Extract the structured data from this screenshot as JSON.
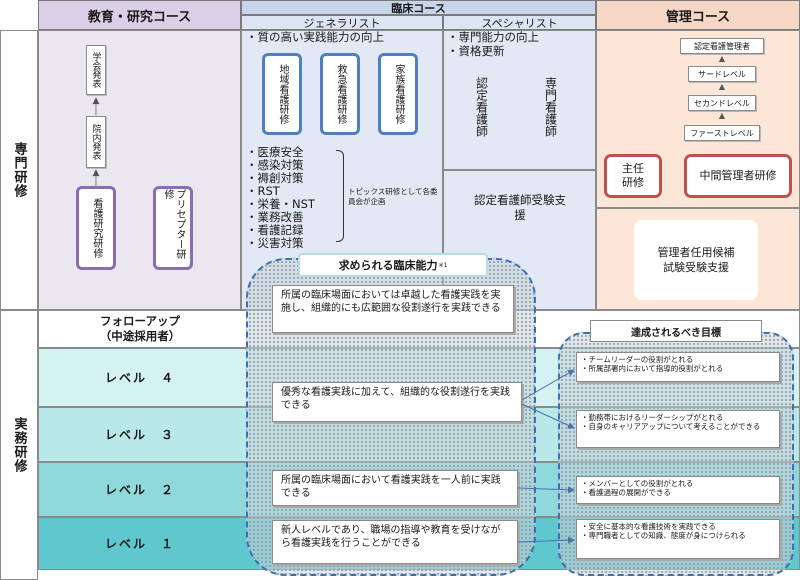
{
  "headers": {
    "education": "教育・研究コース",
    "clinical": "臨床コース",
    "generalist": "ジェネラリスト",
    "specialist": "スペシャリスト",
    "management": "管理コース"
  },
  "side_labels": {
    "specialist_training": "専門研修",
    "practical_training": "実務研修"
  },
  "education": {
    "flow_top": "学会発表",
    "flow_mid": "院内発表",
    "research": "看護研究研修",
    "preceptor": "プリセプター研修"
  },
  "generalist": {
    "goal": "・質の高い実践能力の向上",
    "boxes": [
      "地域看護研修",
      "救急看護研修",
      "家族看護研修"
    ],
    "topics": [
      "・医療安全",
      "・感染対策",
      "・褥創対策",
      "・RST",
      "・栄養・NST",
      "・業務改善",
      "・看護記録",
      "・災害対策"
    ],
    "topics_note": "トピックス研修として各委員会が企画"
  },
  "specialist": {
    "goals": [
      "・専門能力の向上",
      "・資格更新"
    ],
    "certified": "認定看護師",
    "specialist_nurse": "専門看護師",
    "support": "認定看護師受験支援"
  },
  "management": {
    "ladder": [
      "認定看護管理者",
      "サードレベル",
      "セカンドレベル",
      "ファーストレベル"
    ],
    "chief": "主任研修",
    "middle": "中間管理者研修",
    "candidate": "管理者任用候補試験受験支援"
  },
  "competence": {
    "title": "求められる臨床能力",
    "note": "※1",
    "items": [
      "所属の臨床場面においては卓越した看護実践を実施し、組織的にも広範囲な役割遂行を実践できる",
      "優秀な看護実践に加えて、組織的な役割遂行を実践できる",
      "所属の臨床場面において看護実践を一人前に実践できる",
      "新人レベルであり、職場の指導や教育を受けながら看護実践を行うことができる"
    ]
  },
  "goals": {
    "title": "達成されるべき目標",
    "items": [
      "・チームリーダーの役割がとれる\n・所属部署内において指導的役割がとれる",
      "・勤務帯におけるリーダーシップがとれる\n・自身のキャリアアップについて考えることができる",
      "・メンバーとしての役割がとれる\n・看護過程の展開ができる",
      "・安全に基本的な看護技術を実践できる\n・専門職者としての知識、態度が身につけられる"
    ]
  },
  "levels": {
    "followup": "フォローアップ\n（中途採用者）",
    "rows": [
      "レベル　４",
      "レベル　３",
      "レベル　２",
      "レベル　１"
    ]
  }
}
